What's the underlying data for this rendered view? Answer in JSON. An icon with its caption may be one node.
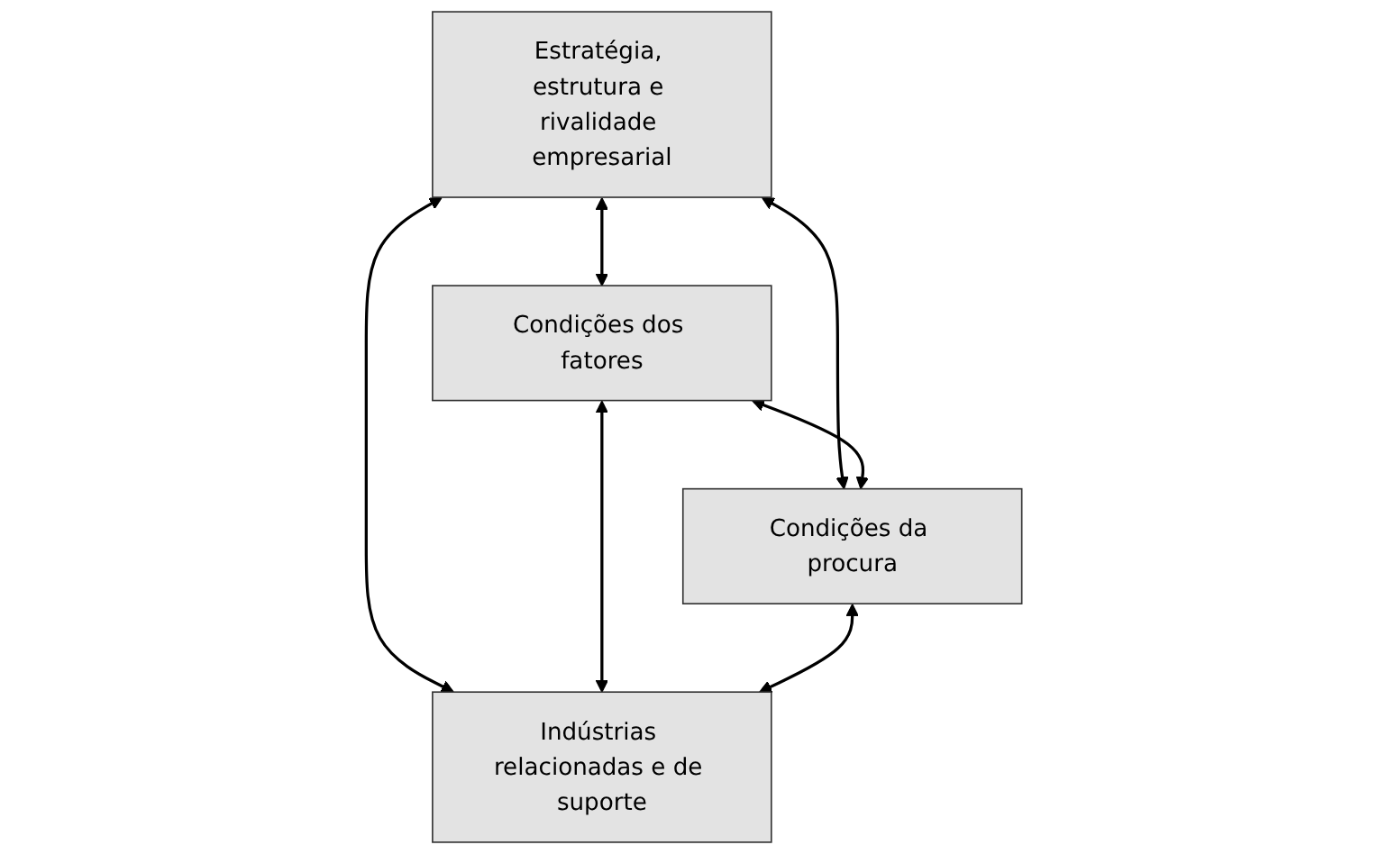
{
  "diagram": {
    "nodes": [
      {
        "text": [
          "Estratégia, estrutura e rivalidade empresarial"
        ]
      },
      {
        "text": [
          "Condições dos fatores"
        ]
      },
      {
        "text": [
          "Condições da procura"
        ]
      },
      {
        "text": [
          "Indústrias relacionadas e de suporte"
        ]
      }
    ],
    "edges": [
      {
        "from": 0,
        "to": 1,
        "arrow": "both"
      },
      {
        "from": 0,
        "to": 2,
        "arrow": "both"
      },
      {
        "from": 0,
        "to": 3,
        "arrow": "both"
      },
      {
        "from": 1,
        "to": 2,
        "arrow": "both"
      },
      {
        "from": 1,
        "to": 3,
        "arrow": "both"
      },
      {
        "from": 2,
        "to": 3,
        "arrow": "both"
      }
    ]
  }
}
